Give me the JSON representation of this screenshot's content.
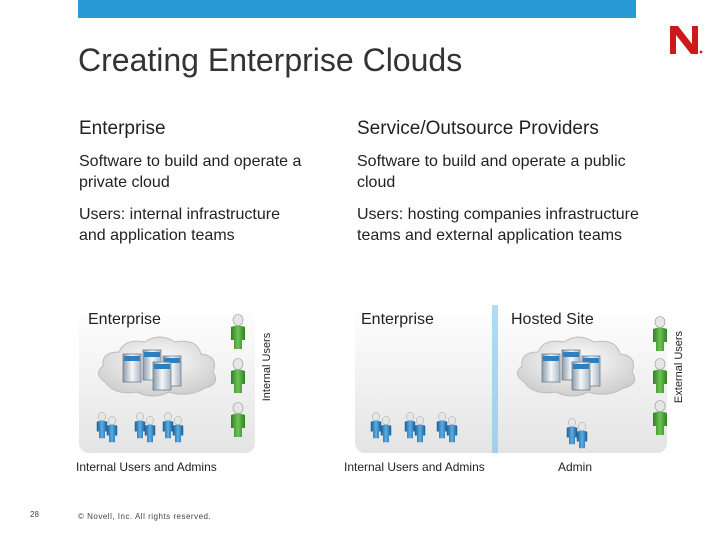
{
  "slide": {
    "title": "Creating Enterprise Clouds",
    "page_number": "28",
    "copyright": "© Novell, Inc. All rights reserved."
  },
  "columns": {
    "left": {
      "heading": "Enterprise",
      "point1": "Software to build and operate a private cloud",
      "point2": "Users: internal infrastructure and application teams"
    },
    "right": {
      "heading": "Service/Outsource Providers",
      "point1": "Software to build and operate a public cloud",
      "point2": "Users: hosting companies infrastructure teams and external application teams"
    }
  },
  "diagram_left": {
    "panel_title": "Enterprise",
    "side_label": "Internal Users",
    "caption": "Internal Users and Admins"
  },
  "diagram_right": {
    "panel_title": "Enterprise",
    "caption": "Internal Users and Admins",
    "hosted_title": "Hosted Site",
    "hosted_caption": "Admin",
    "side_label": "External Users"
  },
  "colors": {
    "accent_bar": "#2a9ad6",
    "logo_red": "#cc1a1a",
    "user_green": "#4fa83d",
    "user_blue": "#2e86c8"
  },
  "icons": {
    "logo": "novell-n-logo",
    "server_cloud": "server-cloud-icon",
    "person": "person-icon"
  }
}
